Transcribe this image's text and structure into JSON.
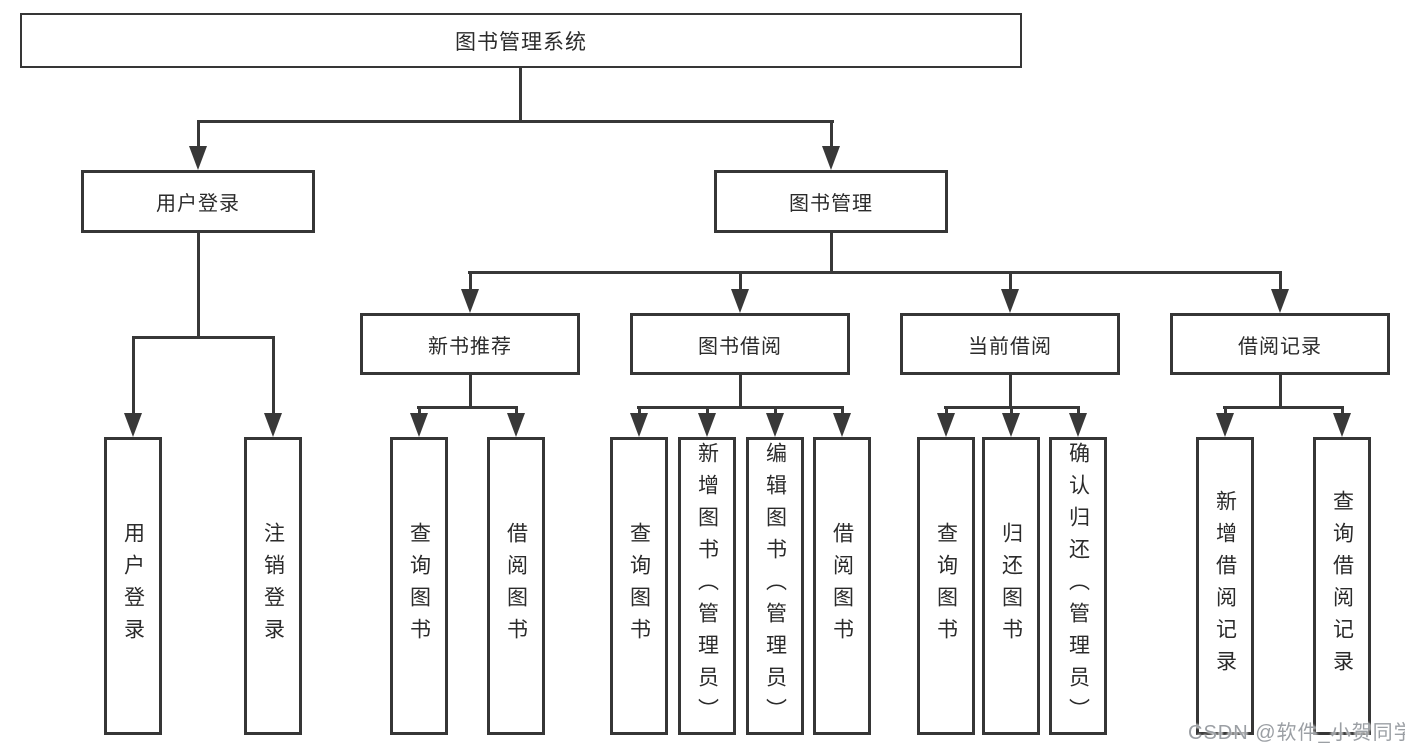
{
  "diagram": {
    "type": "functional-structure-tree",
    "colors": {
      "line": "#383838",
      "box_border": "#363636",
      "text": "#2b2b2b",
      "watermark": "#9b9fa4",
      "background": "#ffffff"
    },
    "tree": {
      "label": "图书管理系统",
      "children": [
        {
          "label": "用户登录",
          "children": [
            {
              "label": "用户登录"
            },
            {
              "label": "注销登录"
            }
          ]
        },
        {
          "label": "图书管理",
          "children": [
            {
              "label": "新书推荐",
              "children": [
                {
                  "label": "查询图书"
                },
                {
                  "label": "借阅图书"
                }
              ]
            },
            {
              "label": "图书借阅",
              "children": [
                {
                  "label": "查询图书"
                },
                {
                  "label": "新增图书（管理员）"
                },
                {
                  "label": "编辑图书（管理员）"
                },
                {
                  "label": "借阅图书"
                }
              ]
            },
            {
              "label": "当前借阅",
              "children": [
                {
                  "label": "查询图书"
                },
                {
                  "label": "归还图书"
                },
                {
                  "label": "确认归还（管理员）"
                }
              ]
            },
            {
              "label": "借阅记录",
              "children": [
                {
                  "label": "新增借阅记录"
                },
                {
                  "label": "查询借阅记录"
                }
              ]
            }
          ]
        }
      ]
    },
    "watermark": {
      "text": "CSDN @软件_小贺同学"
    }
  }
}
